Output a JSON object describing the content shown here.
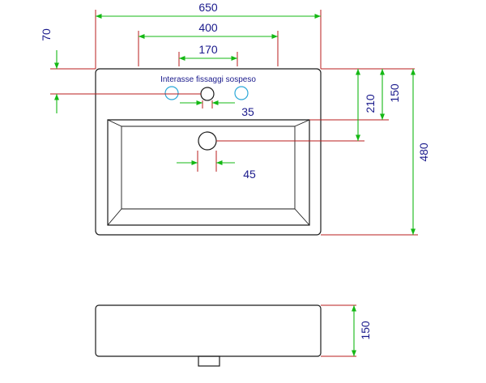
{
  "dimensions": {
    "overall_width": "650",
    "fixing_width": "400",
    "tap_spacing": "170",
    "top_offset": "70",
    "hole_small": "35",
    "hole_drain": "45",
    "height_210": "210",
    "height_150_top": "150",
    "overall_depth": "480",
    "side_height": "150"
  },
  "labels": {
    "note": "Interasse fissaggi sospeso"
  },
  "colors": {
    "outline": "#1a1a1a",
    "extension": "#b81e1e",
    "dimension": "#14b814",
    "text": "#1a1a8c",
    "hole": "#2aa8d8"
  }
}
